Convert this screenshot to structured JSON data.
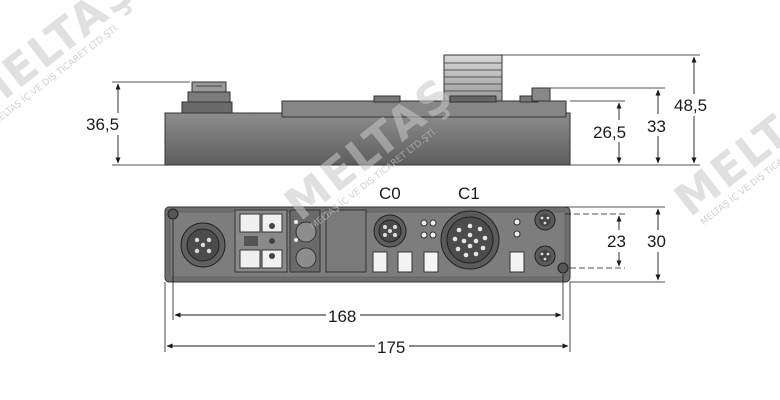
{
  "dimensions": {
    "side_left_height": "36,5",
    "side_right_small": "26,5",
    "side_right_mid": "33",
    "side_right_total": "48,5",
    "front_inner_height": "23",
    "front_total_height": "30",
    "front_inner_width": "168",
    "front_total_width": "175"
  },
  "labels": {
    "connector_c0": "C0",
    "connector_c1": "C1"
  },
  "watermark": {
    "brand": "MELTAŞ",
    "subtitle": "MELTAŞ İÇ VE DIŞ TİCARET LTD.ŞTİ."
  },
  "colors": {
    "housing": "#7a7a7a",
    "housing_dark": "#4a4a4a",
    "line": "#1a1a1a",
    "watermark": "#c8c8c8"
  }
}
